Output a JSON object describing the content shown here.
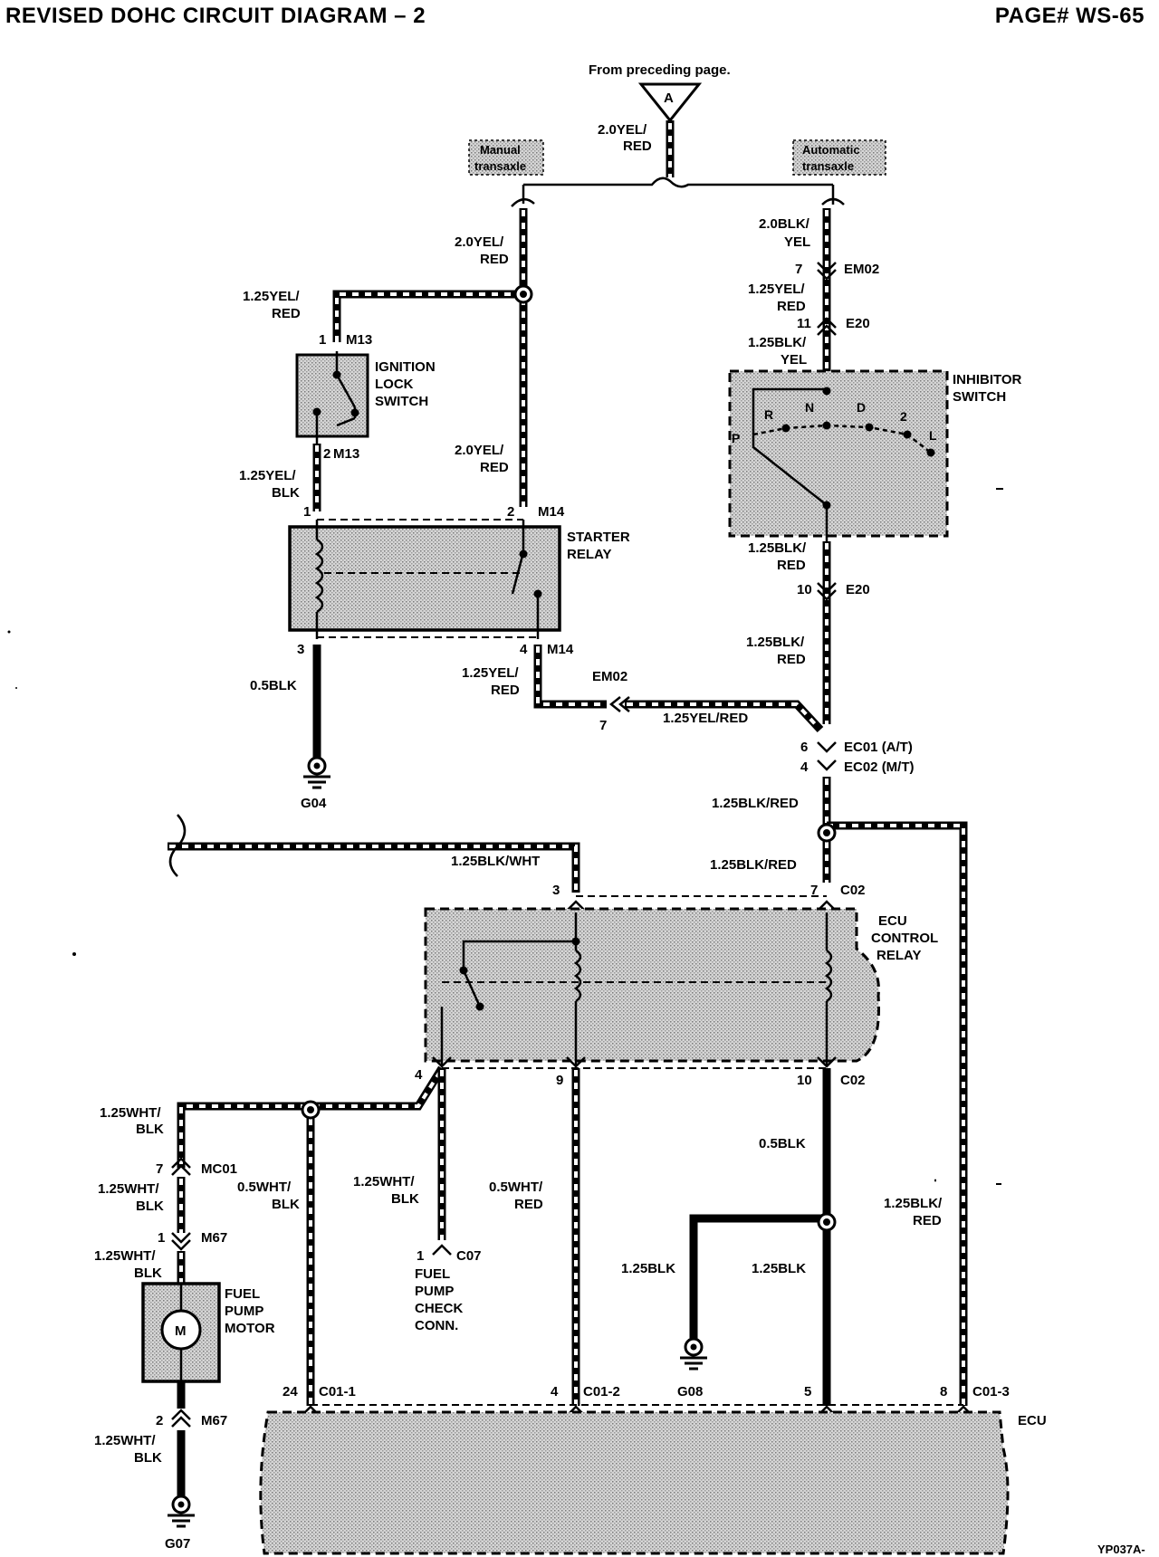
{
  "header": {
    "title": "REVISED DOHC CIRCUIT DIAGRAM  – 2",
    "page": "PAGE# WS-65"
  },
  "footer": {
    "ref": "YP037A-"
  },
  "top": {
    "from": "From preceding page.",
    "conn_A": "A",
    "wire": [
      "2.0YEL/",
      "RED"
    ]
  },
  "notes": {
    "manual": [
      "Manual",
      "transaxle"
    ],
    "automatic": [
      "Automatic",
      "transaxle"
    ]
  },
  "wires": {
    "manual_main": [
      "2.0YEL/",
      "RED"
    ],
    "ign_in": [
      "1.25YEL/",
      "RED"
    ],
    "ign_out": [
      "1.25YEL/",
      "BLK"
    ],
    "starter_in": [
      "2.0YEL/",
      "RED"
    ],
    "auto_top": [
      "2.0BLK/",
      "YEL"
    ],
    "auto_em02": [
      "1.25YEL/",
      "RED"
    ],
    "auto_e20": [
      "1.25BLK/",
      "YEL"
    ],
    "inhib_out": [
      "1.25BLK/",
      "RED"
    ],
    "e20_10": [
      "1.25BLK/",
      "RED"
    ],
    "g04_wire": "0.5BLK",
    "starter_out": [
      "1.25YEL/",
      "RED"
    ],
    "horiz": "1.25YEL/RED",
    "ec_out": "1.25BLK/RED",
    "c02_in": "1.25BLK/RED",
    "blkwht": "1.25BLK/WHT",
    "fp_top": [
      "1.25WHT/",
      "BLK"
    ],
    "fp_mc01": [
      "1.25WHT/",
      "BLK"
    ],
    "fp_m67": [
      "1.25WHT/",
      "BLK"
    ],
    "fp_bot": [
      "1.25WHT/",
      "BLK"
    ],
    "c011": [
      "0.5WHT/",
      "BLK"
    ],
    "c07": [
      "1.25WHT/",
      "BLK"
    ],
    "c012": [
      "0.5WHT/",
      "RED"
    ],
    "c02_out": "0.5BLK",
    "g08": "1.25BLK",
    "ecu5": "1.25BLK",
    "c013": [
      "1.25BLK/",
      "RED"
    ]
  },
  "connectors": {
    "M13": "M13",
    "M14": "M14",
    "EM02": "EM02",
    "E20": "E20",
    "EC01": "EC01 (A/T)",
    "EC02": "EC02 (M/T)",
    "C02": "C02",
    "MC01": "MC01",
    "M67": "M67",
    "C07": "C07",
    "C01_1": "C01-1",
    "C01_2": "C01-2",
    "C01_3": "C01-3"
  },
  "pins": {
    "m13_1": "1",
    "m13_2": "2",
    "m14_1": "1",
    "m14_2": "2",
    "m14_3": "3",
    "m14_4": "4",
    "em02_7a": "7",
    "e20_11": "11",
    "e20_10": "10",
    "em02_7b": "7",
    "ec_6": "6",
    "ec_4": "4",
    "c02_3": "3",
    "c02_7": "7",
    "c02_4": "4",
    "c02_9": "9",
    "c02_10": "10",
    "mc01_7": "7",
    "m67_1": "1",
    "m67_2": "2",
    "c07_1": "1",
    "c01_24": "24",
    "c01_4": "4",
    "c01_5": "5",
    "c01_8": "8"
  },
  "components": {
    "ignition": [
      "IGNITION",
      "LOCK",
      "SWITCH"
    ],
    "inhibitor": [
      "INHIBITOR",
      "SWITCH"
    ],
    "inhibitor_positions": [
      "P",
      "R",
      "N",
      "D",
      "2",
      "L"
    ],
    "starter": [
      "STARTER",
      "RELAY"
    ],
    "ecu_relay": [
      "ECU",
      "CONTROL",
      "RELAY"
    ],
    "fuel_pump": [
      "FUEL",
      "PUMP",
      "MOTOR"
    ],
    "motor_symbol": "M",
    "check_conn": [
      "FUEL",
      "PUMP",
      "CHECK",
      "CONN."
    ],
    "ecu": "ECU"
  },
  "grounds": {
    "g04": "G04",
    "g08": "G08",
    "g07": "G07"
  }
}
